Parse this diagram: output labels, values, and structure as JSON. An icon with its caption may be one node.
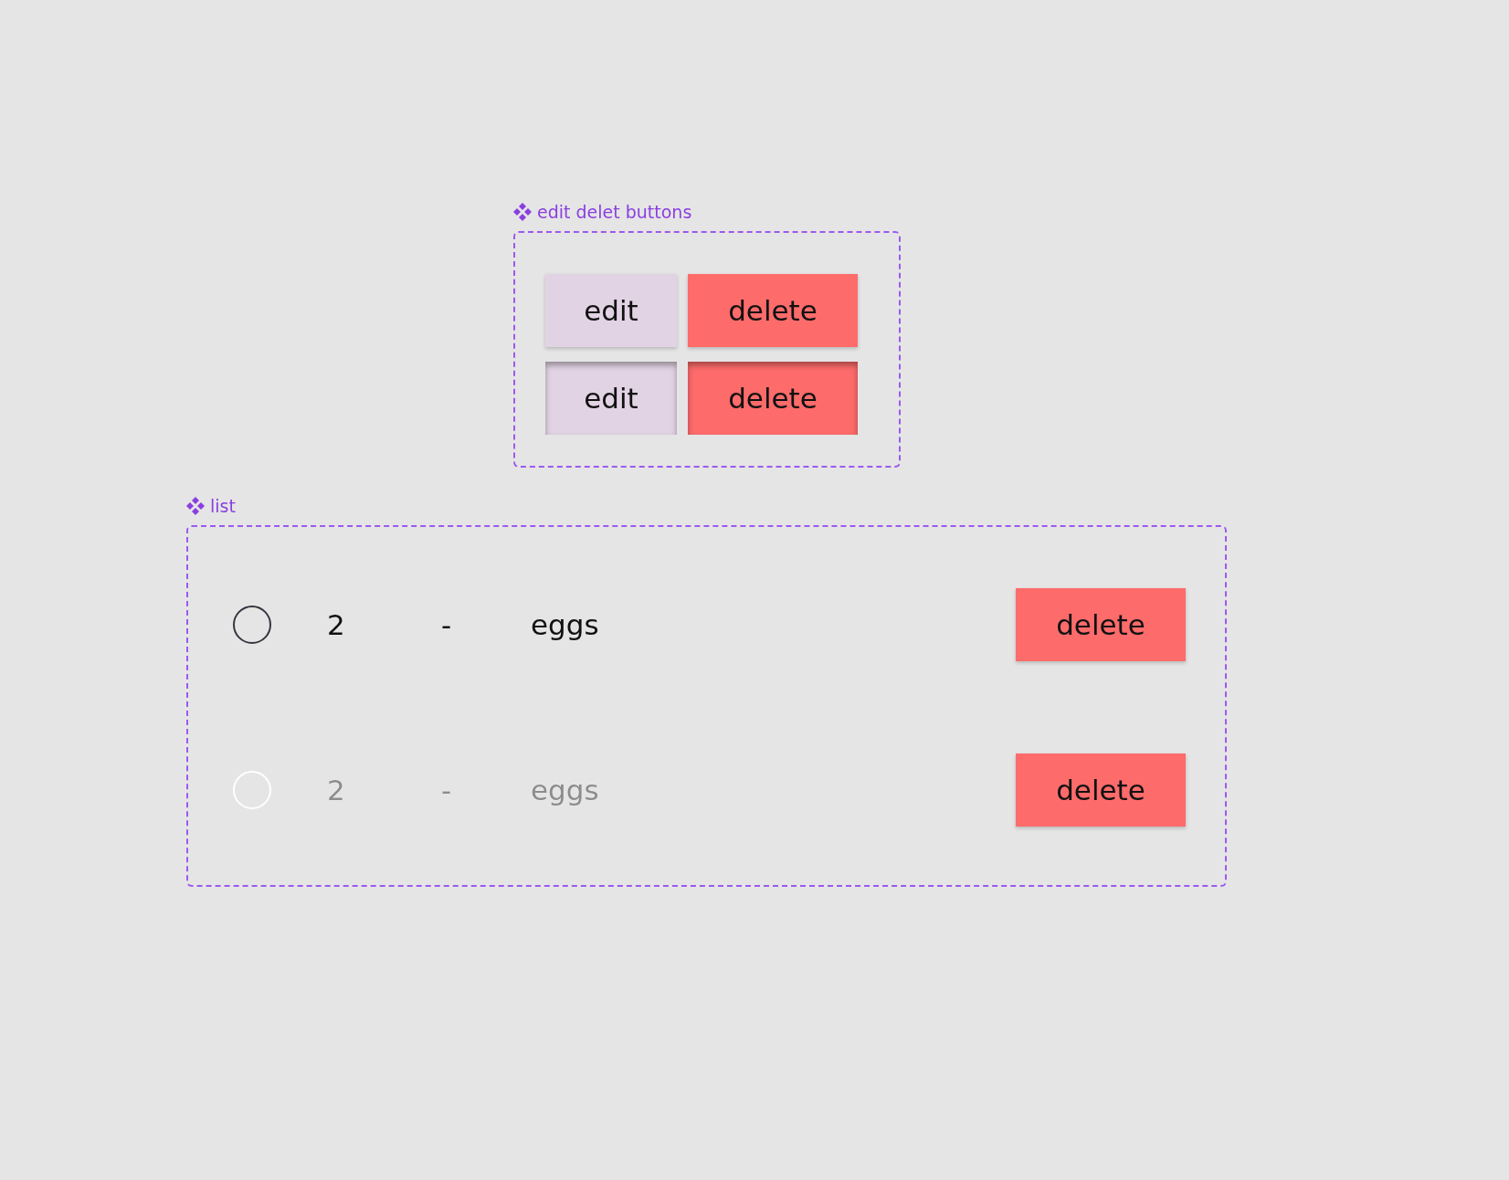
{
  "diagram": {
    "nodes": [
      {
        "text": [
          "edit delet buttons"
        ]
      },
      {
        "text": [
          "edit"
        ],
        "in": 0
      },
      {
        "text": [
          "delete"
        ],
        "in": 0
      },
      {
        "text": [
          "edit"
        ],
        "in": 0
      },
      {
        "text": [
          "delete"
        ],
        "in": 0
      },
      {
        "text": [
          "list"
        ]
      },
      {
        "text": [],
        "shape": "circle",
        "in": 5
      },
      {
        "text": [
          "delete"
        ],
        "in": 5
      },
      {
        "text": [],
        "shape": "circle",
        "in": 5
      },
      {
        "text": [
          "delete"
        ],
        "in": 5
      }
    ],
    "labels": [
      "2",
      "-",
      "eggs",
      "2",
      "-",
      "eggs"
    ]
  }
}
